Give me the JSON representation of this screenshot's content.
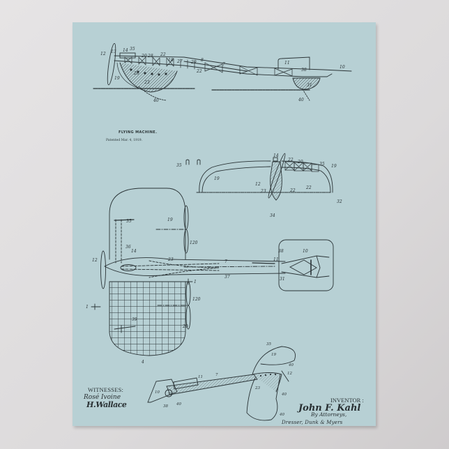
{
  "poster": {
    "background_color": "#b7d0d4",
    "line_color": "#2a3336",
    "surround_color": "#e2e0e1"
  },
  "title": {
    "heading": "FLYING MACHINE.",
    "patent_date": "Patented Mar. 4, 1919."
  },
  "figures": {
    "side_view": {
      "labels": [
        "12",
        "13",
        "14",
        "35",
        "20",
        "28",
        "22",
        "18",
        "27",
        "29",
        "8",
        "7",
        "19",
        "26",
        "23",
        "40",
        "22",
        "11",
        "38",
        "10",
        "31",
        "40"
      ]
    },
    "front_view": {
      "labels": [
        "35",
        "14",
        "22",
        "20",
        "35",
        "19",
        "19",
        "12",
        "22",
        "22",
        "23",
        "32",
        "34"
      ]
    },
    "plan_view": {
      "labels": [
        "35",
        "19",
        "120",
        "36",
        "12",
        "14",
        "23",
        "7",
        "38",
        "10",
        "11",
        "1",
        "37",
        "31",
        "1",
        "120",
        "39",
        "20",
        "4"
      ]
    },
    "perspective_view": {
      "labels": [
        "35",
        "19",
        "40",
        "11",
        "7",
        "12",
        "10",
        "31",
        "23",
        "40",
        "38",
        "40",
        "40"
      ]
    }
  },
  "witnesses": {
    "label": "WITNESSES:",
    "signature_1": "Rosé Ivoine",
    "signature_2": "H.Wallace"
  },
  "inventor": {
    "label": "INVENTOR :",
    "signature": "John F. Kahl",
    "by_attorneys": "By Attorneys,",
    "attorneys": "Dresser, Dunk & Myers"
  }
}
